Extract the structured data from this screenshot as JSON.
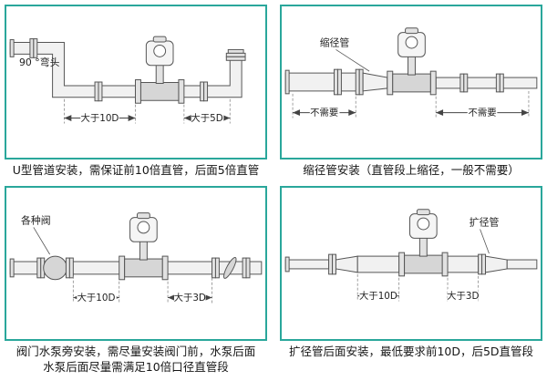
{
  "theme": {
    "panel_border_color": "#2aa79b",
    "line_color": "#555555",
    "text_color": "#151515",
    "background": "#ffffff"
  },
  "panels": [
    {
      "diagram_labels": {
        "part": "90 °弯头",
        "dim_left": "大于10D",
        "dim_right": "大于5D"
      },
      "caption_lines": [
        "U型管道安装，需保证前10倍直管，后面5倍直管"
      ]
    },
    {
      "diagram_labels": {
        "part": "缩径管",
        "dim_left": "不需要",
        "dim_right": "不需要"
      },
      "caption_lines": [
        "缩径管安装（直管段上缩径，一般不需要）"
      ]
    },
    {
      "diagram_labels": {
        "part": "各种阀",
        "dim_left": "大于10D",
        "dim_right": "大于3D"
      },
      "caption_lines": [
        "阀门水泵旁安装，需尽量安装阀门前，水泵后面",
        "水泵后面尽量需满足10倍口径直管段"
      ]
    },
    {
      "diagram_labels": {
        "part": "扩径管",
        "dim_left": "大于10D",
        "dim_right": "大于3D"
      },
      "caption_lines": [
        "扩径管后面安装，最低要求前10D，后5D直管段"
      ]
    }
  ]
}
